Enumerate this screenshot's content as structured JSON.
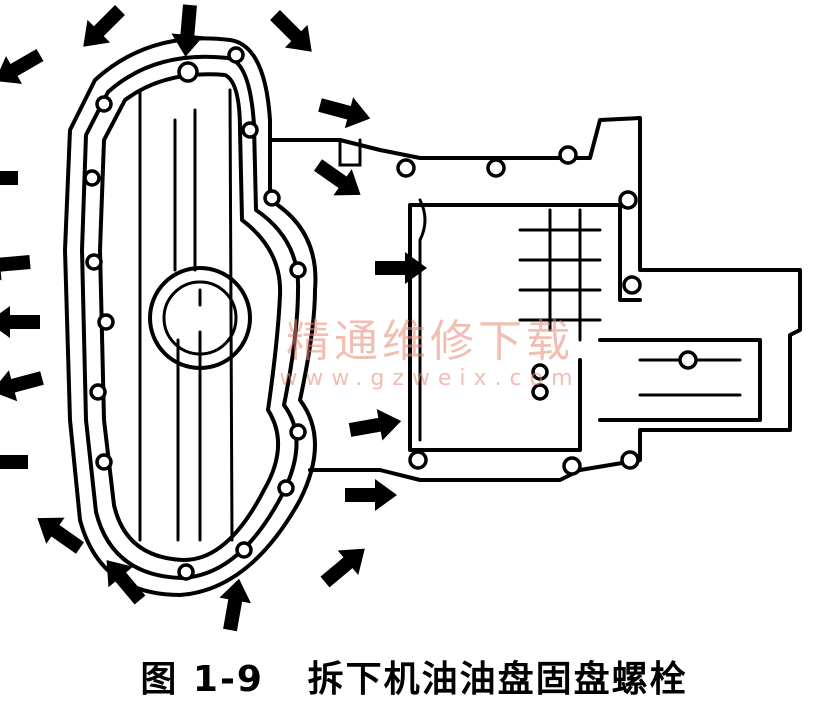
{
  "figure": {
    "caption_number": "图 1-9",
    "caption_text": "拆下机油油盘固盘螺栓",
    "watermark_main": "精通维修下载",
    "watermark_sub": "www.gzweix.com",
    "arrow_count": 18,
    "icons": [
      "oil-pan-cover",
      "bolt-arrow"
    ]
  }
}
